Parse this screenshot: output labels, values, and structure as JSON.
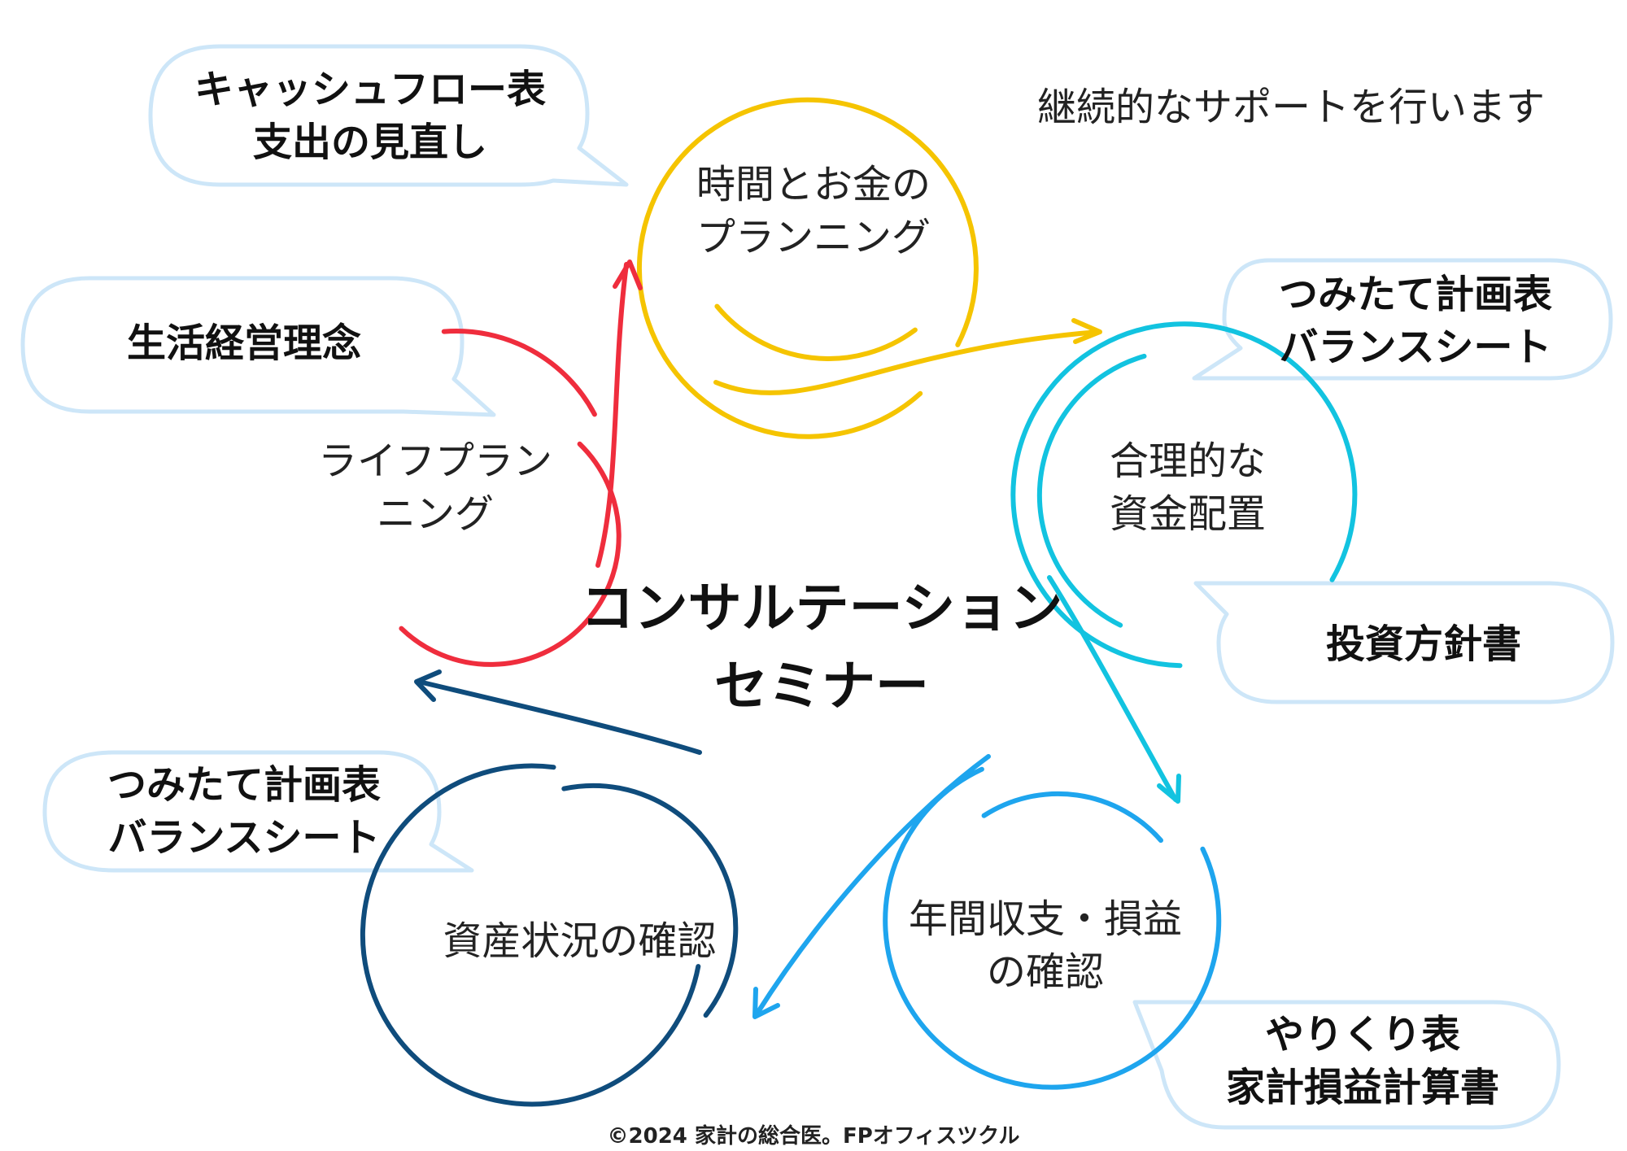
{
  "subtitle": "継続的なサポートを行います",
  "center_title": "コンサルテーション\nセミナー",
  "footer": "©2024 家計の総合医。FPオフィスツクル",
  "colors": {
    "planning": "#f5c400",
    "life": "#ef2d3d",
    "allocation": "#12c3e0",
    "income": "#1ea5ee",
    "assets": "#0f4c7c",
    "bubble_outline": "#cde6f8"
  },
  "circles": {
    "planning": "時間とお金の\nプランニング",
    "life": "ライフプラン\nニング",
    "allocation": "合理的な\n資金配置",
    "income": "年間収支・損益\nの確認",
    "assets": "資産状況の確認"
  },
  "bubbles": {
    "cashflow": "キャッシュフロー表\n支出の見直し",
    "philosophy": "生活経営理念",
    "plan_right": "つみたて計画表\nバランスシート",
    "policy": "投資方針書",
    "plan_left": "つみたて計画表\nバランスシート",
    "budget": "やりくり表\n家計損益計算書"
  }
}
